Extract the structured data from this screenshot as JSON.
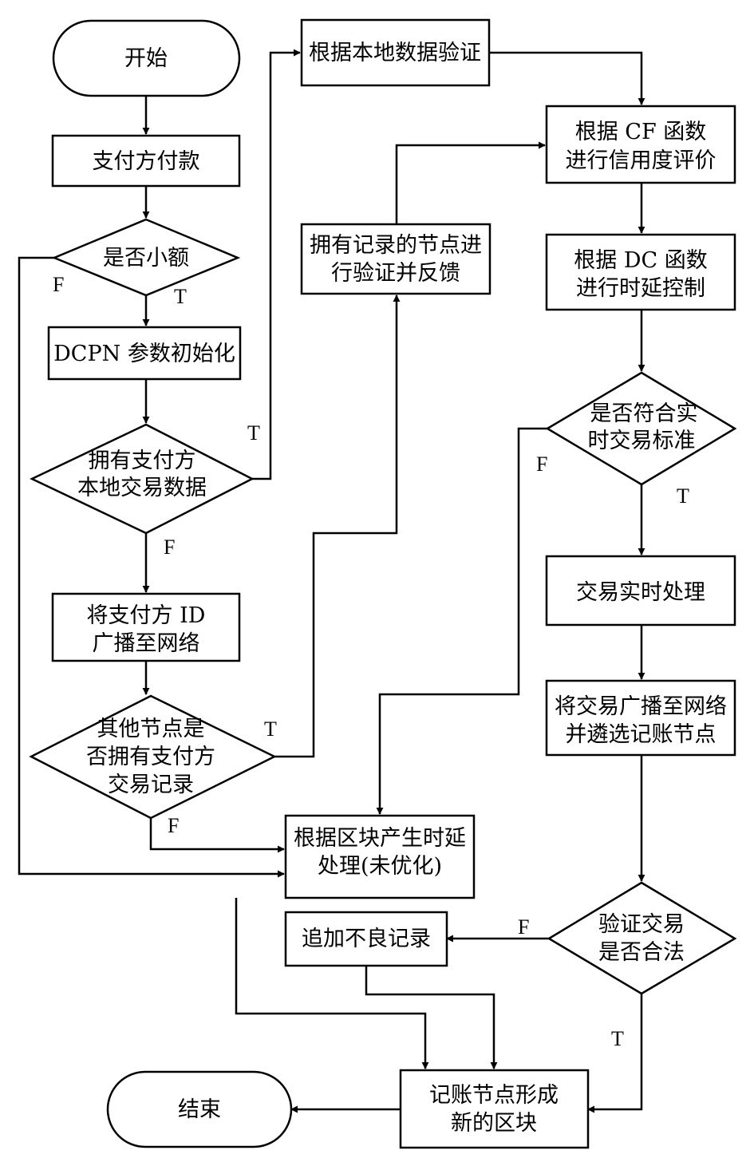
{
  "nodes": {
    "start": "开始",
    "payer_pay": "支付方付款",
    "is_small": "是否小额",
    "dcpn_init": "DCPN 参数初始化",
    "has_local_data": [
      "拥有支付方",
      "本地交易数据"
    ],
    "broadcast_id": [
      "将支付方 ID",
      "广播至网络"
    ],
    "others_have_record": [
      "其他节点是",
      "否拥有支付方",
      "交易记录"
    ],
    "verify_local": "根据本地数据验证",
    "nodes_verify_feedback": [
      "拥有记录的节点进",
      "行验证并反馈"
    ],
    "cf_credit": [
      "根据 CF 函数",
      "进行信用度评价"
    ],
    "dc_delay": [
      "根据 DC 函数",
      "进行时延控制"
    ],
    "meets_realtime": [
      "是否符合实",
      "时交易标准"
    ],
    "realtime_process": "交易实时处理",
    "broadcast_select": [
      "将交易广播至网络",
      "并遴选记账节点"
    ],
    "block_delay": [
      "根据区块产生时延",
      "处理(未优化)"
    ],
    "bad_record": "追加不良记录",
    "tx_legal": [
      "验证交易",
      "是否合法"
    ],
    "form_block": [
      "记账节点形成",
      "新的区块"
    ],
    "end": "结束"
  },
  "branch_labels": {
    "true": "T",
    "false": "F"
  }
}
